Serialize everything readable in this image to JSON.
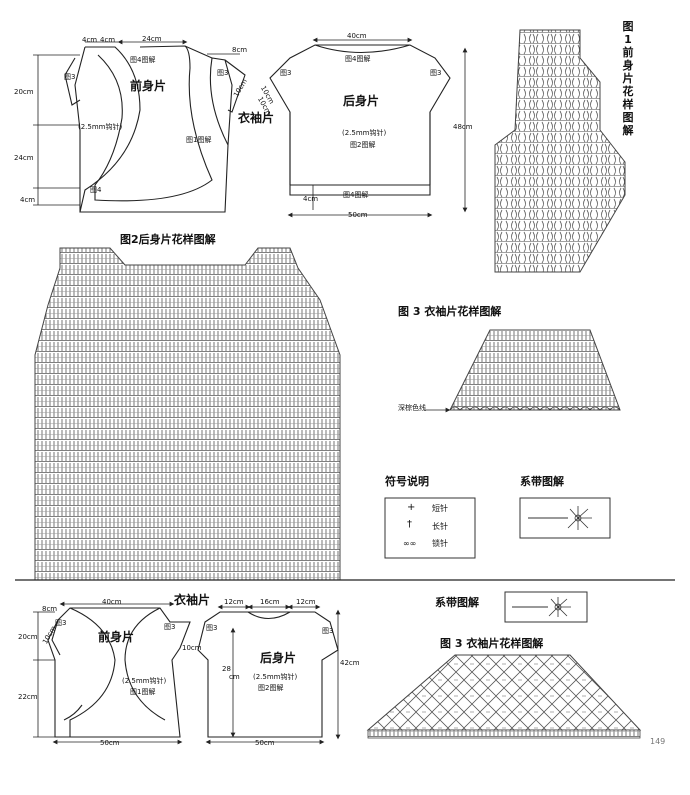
{
  "top": {
    "front": {
      "dims": {
        "neck": "4cm",
        "neck2": "4cm",
        "width": "24cm",
        "shoulder": "8cm",
        "h1": "20cm",
        "h2": "24cm",
        "h3": "4cm",
        "slope": "10cm"
      },
      "labels": {
        "fig4_a": "图4图解",
        "fig3_l": "图3",
        "fig3_r": "图3",
        "title": "前身片",
        "hook": "(2.5mm钩针)",
        "fig1": "图1图解",
        "fig4_b": "图4"
      }
    },
    "sleeve_title": "衣袖片",
    "back": {
      "dims": {
        "width_top": "40cm",
        "slope_l": "10cm",
        "slope_r": "10cm",
        "height": "48cm",
        "band": "4cm",
        "width_bottom": "50cm"
      },
      "labels": {
        "fig4_a": "图4图解",
        "fig3_l": "图3",
        "fig3_r": "图3",
        "title": "后身片",
        "hook": "(2.5mm钩针)",
        "fig2": "图2图解",
        "fig4_b": "图4图解"
      }
    },
    "fig1_title": "图1前身片花样图解",
    "fig2_title": "图2后身片花样图解",
    "fig3_title": "图 3 衣袖片花样图解",
    "edge_label": "深棕色线"
  },
  "legend": {
    "title": "符号说明",
    "items": [
      {
        "symbol": "+",
        "label": "短针"
      },
      {
        "symbol": "†",
        "label": "长针"
      },
      {
        "symbol": "∞∞",
        "label": "锁针"
      }
    ]
  },
  "tie_title": "系带图解",
  "bottom": {
    "sleeve_title": "衣袖片",
    "tie_title": "系带图解",
    "fig3_title": "图 3 衣袖片花样图解",
    "front": {
      "dims": {
        "shoulder": "8cm",
        "width": "40cm",
        "h1": "20cm",
        "slope": "10cm",
        "slope_r": "10cm",
        "h2": "22cm",
        "width_bottom": "50cm"
      },
      "labels": {
        "fig3_l": "图3",
        "fig3_r": "图3",
        "title": "前身片",
        "hook": "(2.5mm钩针)",
        "fig1": "图1图解"
      }
    },
    "back": {
      "dims": {
        "s1": "12cm",
        "s2": "16cm",
        "s3": "12cm",
        "h_in": "28",
        "h_in_unit": "cm",
        "h_out": "42cm",
        "width_bottom": "50cm"
      },
      "labels": {
        "fig3_l": "图3",
        "fig3_r": "图3",
        "title": "后身片",
        "hook": "(2.5mm钩针)",
        "fig2": "图2图解"
      }
    }
  },
  "page_number": "149"
}
